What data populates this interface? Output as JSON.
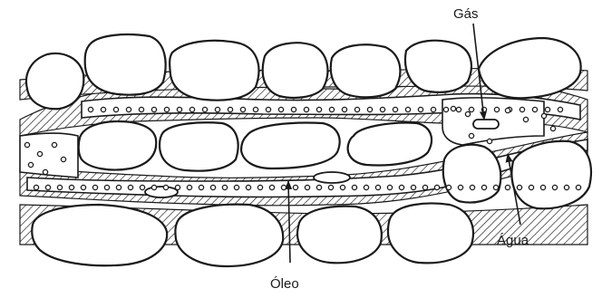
{
  "labels": {
    "gas": "Gás",
    "water": "Água",
    "oil": "Óleo"
  },
  "colors": {
    "ink": "#1a1a1a",
    "background": "#ffffff"
  }
}
